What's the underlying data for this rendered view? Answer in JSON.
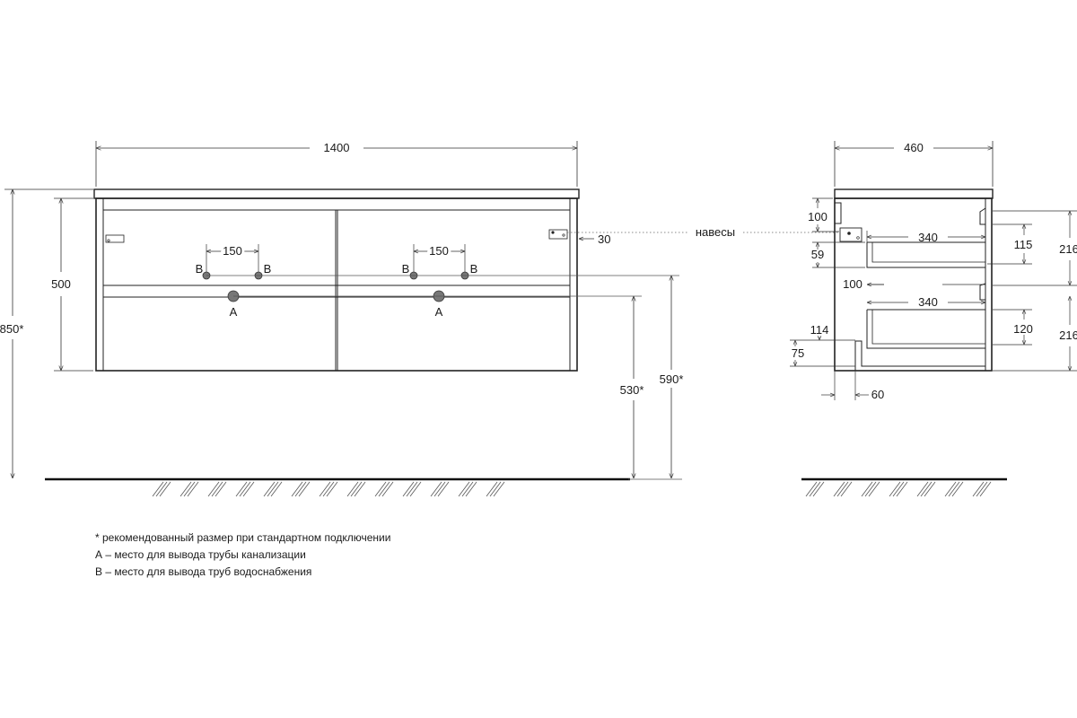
{
  "front": {
    "width": "1400",
    "height_body": "500",
    "height_total": "850*",
    "faucet_spacing_left": "150",
    "faucet_spacing_right": "150",
    "label_b": "B",
    "label_a": "A",
    "hinge_offset": "30",
    "drain_height": "530*",
    "water_height": "590*"
  },
  "side": {
    "depth": "460",
    "top_gap": "100",
    "drawer_depth_top": "340",
    "drawer_depth_bottom": "340",
    "gap_59": "59",
    "gap_100": "100",
    "dim_114": "114",
    "dim_75": "75",
    "dim_60": "60",
    "dim_115": "115",
    "dim_120": "120",
    "dim_216_top": "216",
    "dim_216_bottom": "216"
  },
  "hinges_label": "навесы",
  "notes": {
    "line1": "* рекомендованный размер при стандартном подключении",
    "line2": "А – место для вывода трубы канализации",
    "line3": "В – место для вывода труб водоснабжения"
  }
}
